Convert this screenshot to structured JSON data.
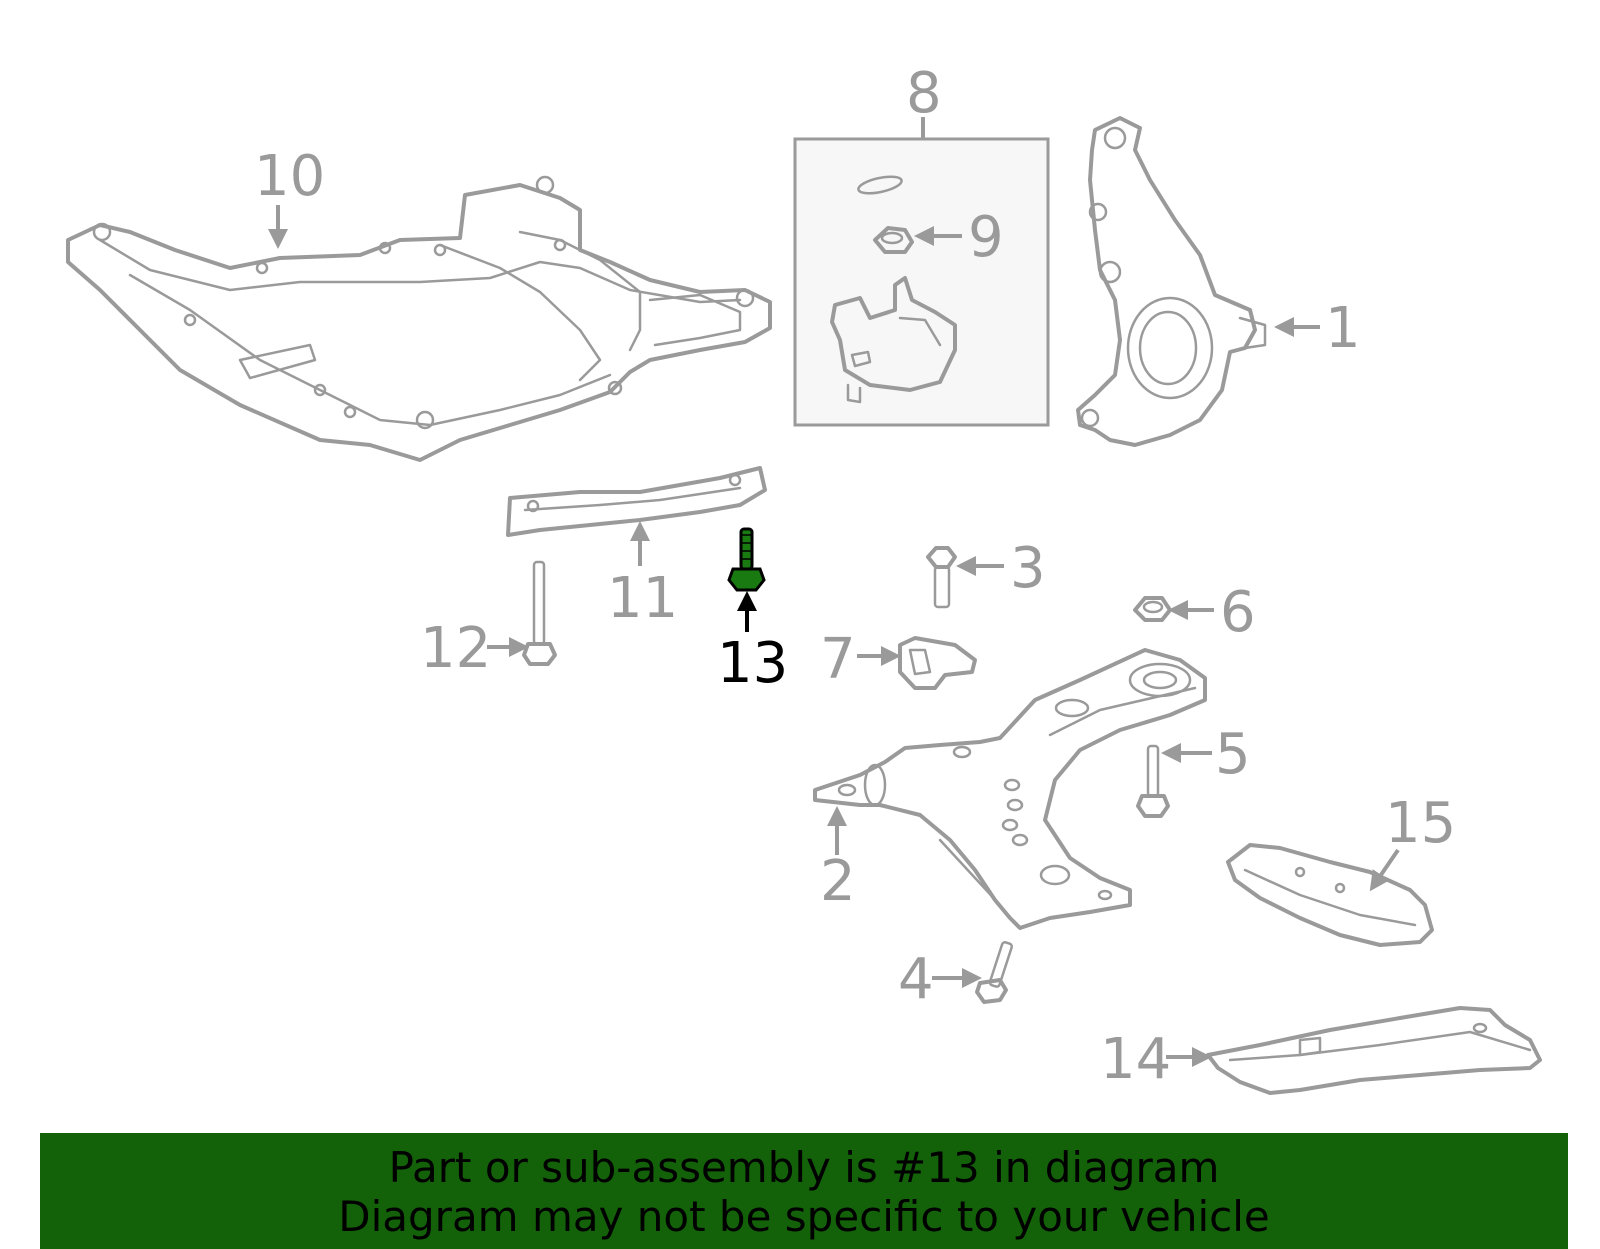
{
  "diagram": {
    "highlight_color": "#1a7a12",
    "banner_color": "#136209",
    "callouts": {
      "c1": "1",
      "c2": "2",
      "c3": "3",
      "c4": "4",
      "c5": "5",
      "c6": "6",
      "c7": "7",
      "c8": "8",
      "c9": "9",
      "c10": "10",
      "c11": "11",
      "c12": "12",
      "c13": "13",
      "c14": "14",
      "c15": "15"
    },
    "highlighted_part": "13"
  },
  "banner": {
    "line1": "Part or sub-assembly is #13 in diagram",
    "line2": "Diagram may not be specific to your vehicle"
  }
}
